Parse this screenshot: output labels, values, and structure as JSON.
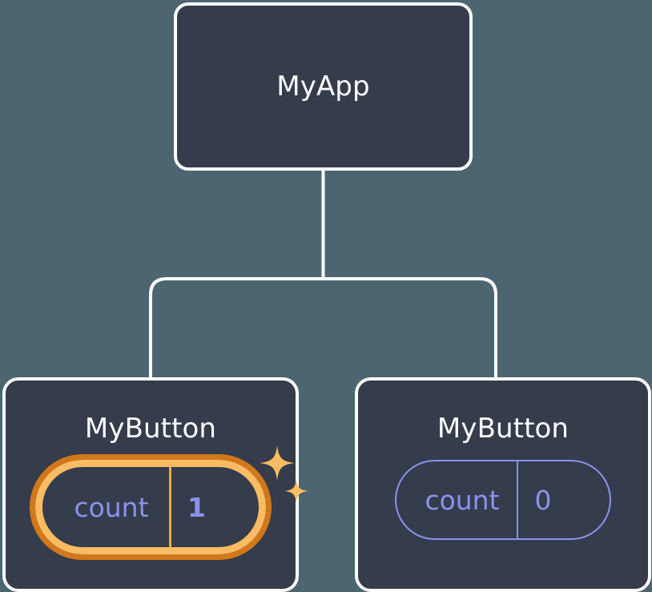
{
  "diagram": {
    "type": "component-tree",
    "background_color": "#4c6571",
    "node_fill_color": "#353c4b",
    "node_border_color": "#ffffff",
    "accent_highlight_color": "#f9bc62",
    "accent_highlight_glow_color": "#d2781b",
    "state_text_color": "#8a93ee",
    "title": "MyApp component tree with MyButton children"
  },
  "root": {
    "label": "MyApp"
  },
  "children": [
    {
      "label": "MyButton",
      "highlighted": true,
      "state": {
        "key": "count",
        "value": "1"
      },
      "sparkle": {
        "name": "sparkle-icon",
        "count": 2,
        "color": "#f9bc62"
      }
    },
    {
      "label": "MyButton",
      "highlighted": false,
      "state": {
        "key": "count",
        "value": "0"
      }
    }
  ],
  "edges": {
    "stroke_color": "#ffffff",
    "stroke_width": 4,
    "description": "root connects down to a shared horizontal rail which splits to both children"
  }
}
